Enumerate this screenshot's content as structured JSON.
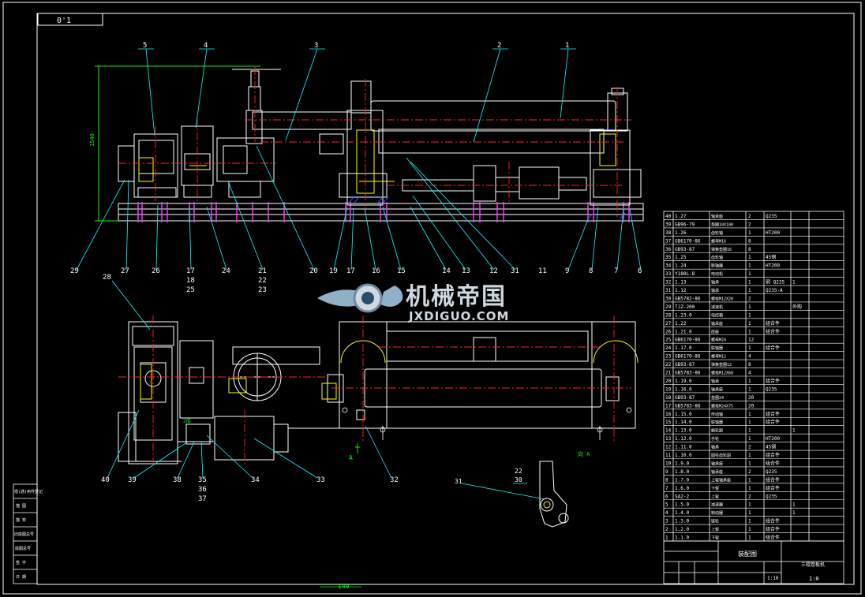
{
  "title_block": {
    "frame_code": "0'1",
    "drawing_title": "装配图",
    "product_name": "三辊卷板机",
    "scale": "1:10",
    "sheet": "1:0",
    "bottom_dim": "140"
  },
  "watermark": {
    "cn": "机械帝国",
    "en": "JXDIGUO.COM"
  },
  "view_labels": {
    "dim_height": "1540",
    "view_a1": "A",
    "view_a2": "向 A",
    "detail_size": "2倍"
  },
  "callouts": {
    "front_top": [
      "5",
      "4",
      "3",
      "2",
      "1"
    ],
    "front_bottom": [
      "29",
      "27",
      "26",
      "17",
      "24",
      "21",
      "20",
      "19",
      "17",
      "16",
      "15",
      "14",
      "13",
      "12",
      "31",
      "11",
      "9",
      "8",
      "7",
      "6"
    ],
    "front_bottom_stack_left": [
      "18",
      "25"
    ],
    "front_bottom_stack_right": [
      "22",
      "23"
    ],
    "plan": [
      "28",
      "40",
      "39",
      "38",
      "35",
      "36",
      "37",
      "34",
      "33",
      "32"
    ],
    "detail": [
      "31",
      "22",
      "30"
    ]
  },
  "side_labels": [
    "借(通)用件登记",
    "描 图",
    "描 校",
    "旧底图总号",
    "底图总号",
    "签 字",
    "日 期"
  ],
  "bom": {
    "rows": [
      [
        "40",
        "1.27",
        "轴承座",
        "2",
        "Q235",
        ""
      ],
      [
        "39",
        "GB96-79",
        "垫圈10X100",
        "2",
        "",
        ""
      ],
      [
        "38",
        "1.26",
        "齿轮轴",
        "1",
        "HT200",
        ""
      ],
      [
        "37",
        "GB6170-86",
        "螺母M16",
        "8",
        "",
        ""
      ],
      [
        "36",
        "GB93-87",
        "弹簧垫圈16",
        "8",
        "",
        ""
      ],
      [
        "35",
        "1.25",
        "齿轮轴",
        "1",
        "45钢",
        ""
      ],
      [
        "34",
        "1.24",
        "联轴器",
        "1",
        "HT200",
        ""
      ],
      [
        "33",
        "Y180L-8",
        "电动机",
        "1",
        "",
        ""
      ],
      [
        "32",
        "1.13",
        "轴承",
        "1",
        "铜 Q235",
        "1"
      ],
      [
        "31",
        "1.12",
        "轴承",
        "1",
        "Q235-A",
        ""
      ],
      [
        "30",
        "GB5782-86",
        "螺栓M12X20",
        "2",
        "",
        ""
      ],
      [
        "29",
        "TJZ-200",
        "减速机",
        "1",
        "",
        "外购"
      ],
      [
        "28",
        "1.23.0",
        "电控箱",
        "1",
        "",
        ""
      ],
      [
        "27",
        "1.22",
        "轴承座",
        "1",
        "组合件",
        ""
      ],
      [
        "26",
        "1.21.0",
        "底座",
        "1",
        "组合件",
        ""
      ],
      [
        "25",
        "GB6170-86",
        "螺母M24",
        "12",
        "",
        ""
      ],
      [
        "24",
        "1.17.0",
        "联轴器",
        "1",
        "组合件",
        ""
      ],
      [
        "23",
        "GB6170-86",
        "螺母M12",
        "4",
        "",
        ""
      ],
      [
        "22",
        "GB93-87",
        "弹簧垫圈12",
        "8",
        "",
        ""
      ],
      [
        "21",
        "GB5783-86",
        "螺栓M12X60",
        "4",
        "",
        ""
      ],
      [
        "20",
        "1.19.0",
        "轴承",
        "1",
        "组合件",
        ""
      ],
      [
        "19",
        "1.16.0",
        "轴承座",
        "1",
        "Q235",
        ""
      ],
      [
        "18",
        "GB93-87",
        "垫圈24",
        "20",
        "",
        ""
      ],
      [
        "17",
        "GB5783-86",
        "螺栓M24X75",
        "20",
        "",
        ""
      ],
      [
        "16",
        "1.15.0",
        "传动轴",
        "1",
        "组合件",
        ""
      ],
      [
        "15",
        "1.14.0",
        "联轴器",
        "1",
        "组合件",
        ""
      ],
      [
        "14",
        "1.13.0",
        "蜗轮副",
        "1",
        "",
        "1"
      ],
      [
        "13",
        "1.12.0",
        "手轮",
        "1",
        "HT200",
        ""
      ],
      [
        "12",
        "1.11.0",
        "轴承",
        "2",
        "45钢",
        ""
      ],
      [
        "11",
        "1.10.0",
        "圆柱齿轮副",
        "1",
        "组合件",
        ""
      ],
      [
        "10",
        "1.9.0",
        "轴承座",
        "1",
        "组合件",
        ""
      ],
      [
        "9",
        "1.8.0",
        "轴承座",
        "2",
        "Q235",
        ""
      ],
      [
        "8",
        "1.7.0",
        "上辊轴承座",
        "1",
        "组合件",
        ""
      ],
      [
        "7",
        "1.6.0",
        "下辊",
        "1",
        "组合件",
        ""
      ],
      [
        "6",
        "SA2-2",
        "上辊",
        "2",
        "Q235",
        ""
      ],
      [
        "5",
        "1.5.0",
        "减速器",
        "1",
        "",
        "1"
      ],
      [
        "4",
        "1.4.0",
        "制动器",
        "1",
        "",
        "1"
      ],
      [
        "3",
        "1.3.0",
        "链轮",
        "1",
        "组合件",
        ""
      ],
      [
        "2",
        "1.2.0",
        "上辊",
        "1",
        "组合件",
        ""
      ],
      [
        "1",
        "1.1.0",
        "下辊",
        "1",
        "组合件",
        ""
      ]
    ]
  },
  "colors": {
    "background": "#000000",
    "line": "#ffffff",
    "dim": "#00ff00",
    "leader": "#00ffff",
    "center": "#ff2020",
    "hidden": "#ffff00",
    "bolt": "#ff40ff",
    "hatch": "#3050ff"
  }
}
